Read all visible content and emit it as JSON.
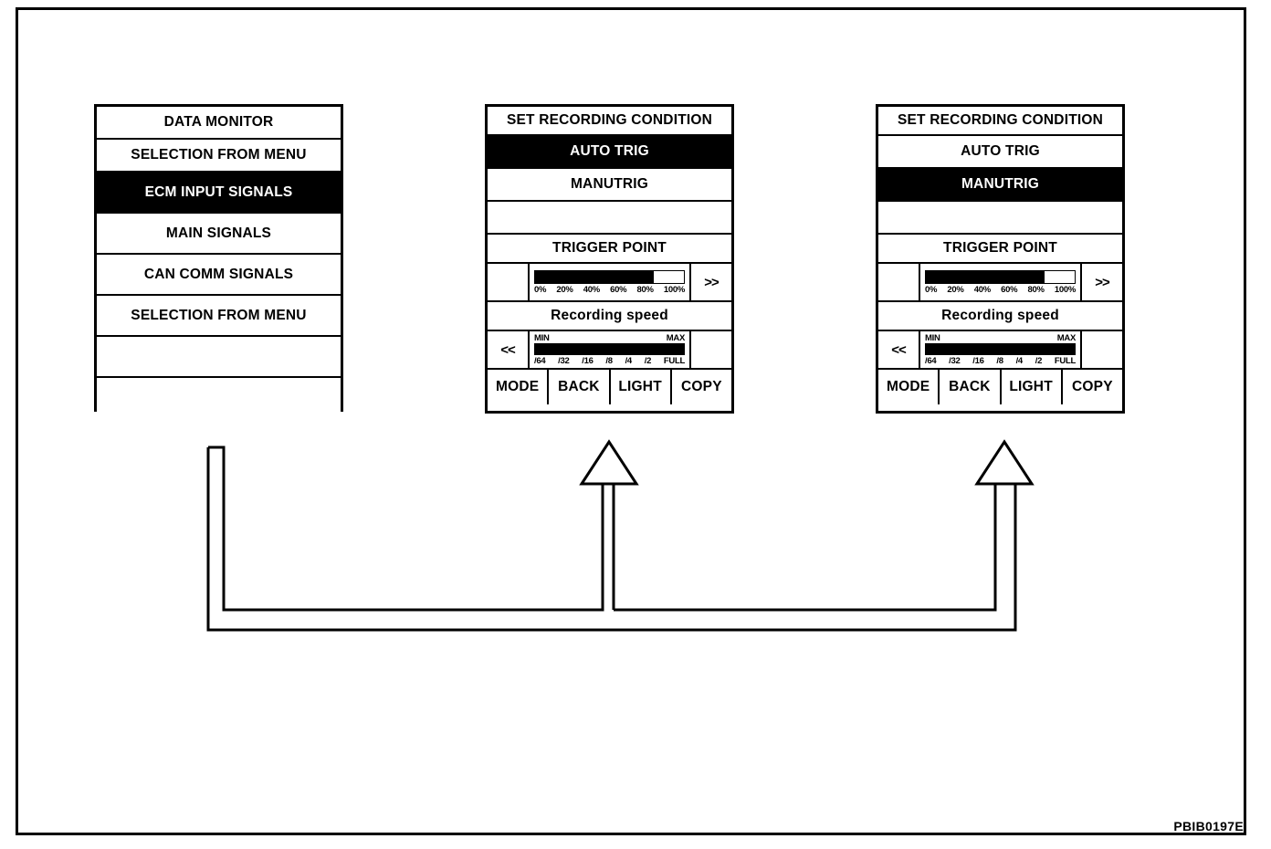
{
  "figure": {
    "caption_code": "PBIB0197E",
    "colors": {
      "ink": "#000000",
      "paper": "#ffffff",
      "highlight_bg": "#000000",
      "highlight_fg": "#ffffff"
    }
  },
  "data_monitor_panel": {
    "title": "DATA MONITOR",
    "rows": [
      {
        "label": "DATA MONITOR",
        "selected": false
      },
      {
        "label": "SELECTION FROM MENU",
        "selected": false
      },
      {
        "label": "ECM INPUT SIGNALS",
        "selected": true
      },
      {
        "label": "MAIN SIGNALS",
        "selected": false
      },
      {
        "label": "CAN COMM SIGNALS",
        "selected": false
      },
      {
        "label": "SELECTION FROM MENU",
        "selected": false
      },
      {
        "label": "",
        "selected": false
      },
      {
        "label": "",
        "selected": false
      }
    ]
  },
  "recording_condition_auto": {
    "title": "SET RECORDING CONDITION",
    "options": [
      {
        "label": "AUTO TRIG",
        "selected": true
      },
      {
        "label": "MANUTRIG",
        "selected": false
      },
      {
        "label": "",
        "selected": false
      }
    ],
    "trigger_point": {
      "label": "TRIGGER POINT",
      "left_button": "",
      "right_button": ">>",
      "fill_percent": 80,
      "scale": [
        "0%",
        "20%",
        "40%",
        "60%",
        "80%",
        "100%"
      ]
    },
    "recording_speed": {
      "label": "Recording speed",
      "left_button": "<<",
      "right_button": "",
      "min_label": "MIN",
      "max_label": "MAX",
      "fill_percent": 100,
      "scale": [
        "/64",
        "/32",
        "/16",
        "/8",
        "/4",
        "/2",
        "FULL"
      ]
    },
    "footer": [
      "MODE",
      "BACK",
      "LIGHT",
      "COPY"
    ]
  },
  "recording_condition_manual": {
    "title": "SET RECORDING CONDITION",
    "options": [
      {
        "label": "AUTO TRIG",
        "selected": false
      },
      {
        "label": "MANUTRIG",
        "selected": true
      },
      {
        "label": "",
        "selected": false
      }
    ],
    "trigger_point": {
      "label": "TRIGGER POINT",
      "left_button": "",
      "right_button": ">>",
      "fill_percent": 80,
      "scale": [
        "0%",
        "20%",
        "40%",
        "60%",
        "80%",
        "100%"
      ]
    },
    "recording_speed": {
      "label": "Recording speed",
      "left_button": "<<",
      "right_button": "",
      "min_label": "MIN",
      "max_label": "MAX",
      "fill_percent": 100,
      "scale": [
        "/64",
        "/32",
        "/16",
        "/8",
        "/4",
        "/2",
        "FULL"
      ]
    },
    "footer": [
      "MODE",
      "BACK",
      "LIGHT",
      "COPY"
    ]
  }
}
